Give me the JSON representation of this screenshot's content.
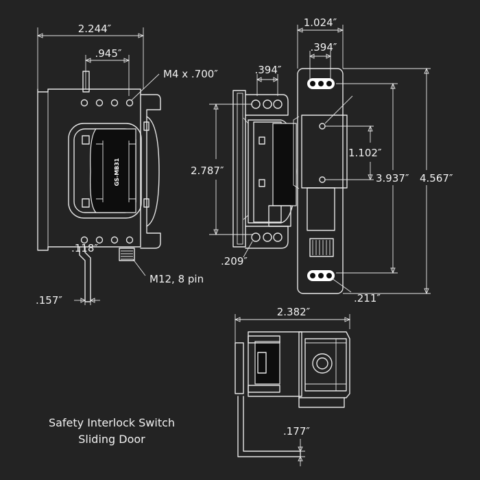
{
  "colors": {
    "background": "#232323",
    "line": "#e8e8e8",
    "body_fill": "#0d0d0d"
  },
  "front_view": {
    "dim_overall_width": "2.244″",
    "dim_hole_spacing": ".945″",
    "callout_mount_hole": "M4 x .700″",
    "dim_pin_offset": ".118″",
    "callout_connector": "M12, 8 pin",
    "dim_tongue_width": ".157″",
    "body_marking": "GS-MB31"
  },
  "side_view": {
    "dim_slot_spacing": ".394″",
    "dim_height": "2.787″",
    "dim_slot_dia": ".209″"
  },
  "actuator_view": {
    "dim_width": "1.024″",
    "dim_slot_spacing": ".394″",
    "dim_hole_spacing": "1.102″",
    "dim_mid_height": "3.937″",
    "dim_overall_height": "4.567″",
    "dim_slot_dia": ".211″"
  },
  "bottom_view": {
    "dim_width": "2.382″",
    "dim_thickness": ".177″"
  },
  "caption": {
    "line1": "Safety Interlock Switch",
    "line2": "Sliding Door"
  }
}
